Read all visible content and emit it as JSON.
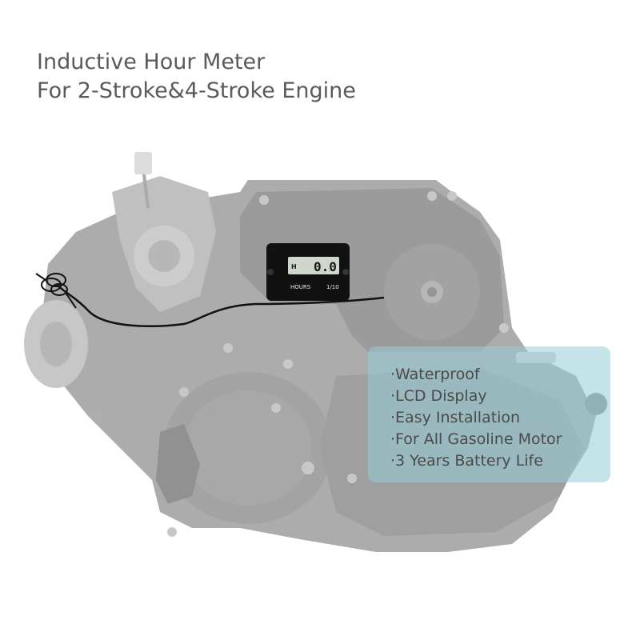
{
  "headline": {
    "line1": "Inductive Hour Meter",
    "line2": "For 2-Stroke&4-Stroke Engine"
  },
  "meter": {
    "display_value": "0.0",
    "display_unit_mark": "H",
    "label_left": "HOURS",
    "label_right": "1/10"
  },
  "features": [
    "·Waterproof",
    "·LCD Display",
    "·Easy Installation",
    "·For All Gasoline Motor",
    "·3 Years Battery Life"
  ],
  "colors": {
    "headline_text": "#5a5a5a",
    "engine_gray": "#8e8e8e",
    "feature_box": "#96cdd7",
    "meter_body": "#111111",
    "lcd": "#cfd6cc"
  }
}
